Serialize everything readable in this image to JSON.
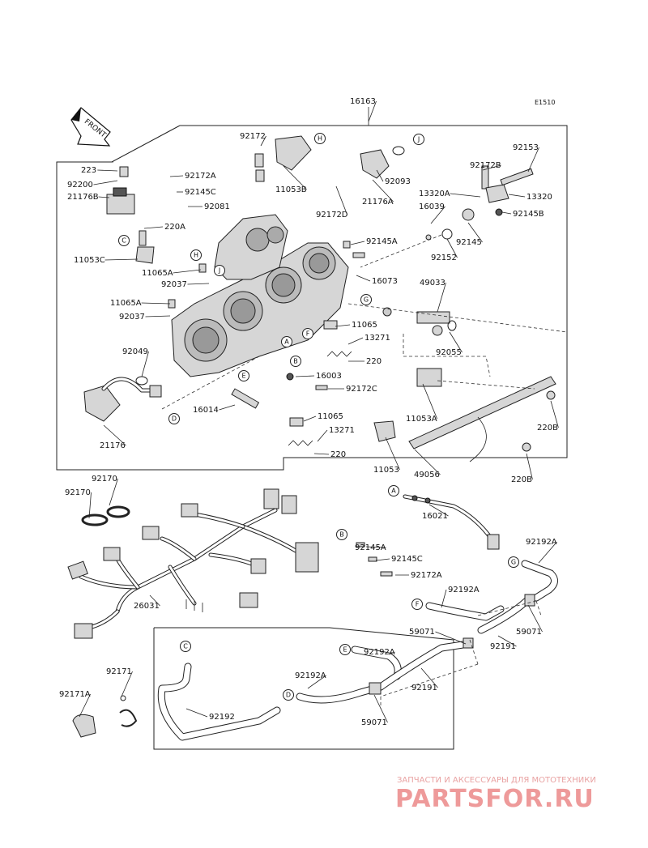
{
  "diagram_code": "E1510",
  "front_label": "FRONT",
  "watermark": {
    "tagline": "ЗАПЧАСТИ И АКСЕССУАРЫ ДЛЯ МОТОТЕХНИКИ",
    "brand": "PARTSFOR.RU"
  },
  "refs": [
    "A",
    "B",
    "C",
    "D",
    "E",
    "F",
    "G",
    "H",
    "J"
  ],
  "part_numbers": [
    "16163",
    "92172",
    "11053B",
    "92093",
    "21176A",
    "223",
    "92200",
    "21176B",
    "92172A",
    "92145C",
    "92081",
    "92172D",
    "92153",
    "92172B",
    "13320A",
    "13320",
    "16039",
    "92145B",
    "92145",
    "92152",
    "220A",
    "11053C",
    "11065A",
    "92037",
    "92145A",
    "16073",
    "49033",
    "92055",
    "11065",
    "13271",
    "220",
    "92049",
    "16003",
    "16014",
    "21176",
    "11053A",
    "220B",
    "11053",
    "49056",
    "220B",
    "92170",
    "16021",
    "26031",
    "92192A",
    "92191",
    "59071",
    "92171",
    "92171A",
    "92192"
  ]
}
